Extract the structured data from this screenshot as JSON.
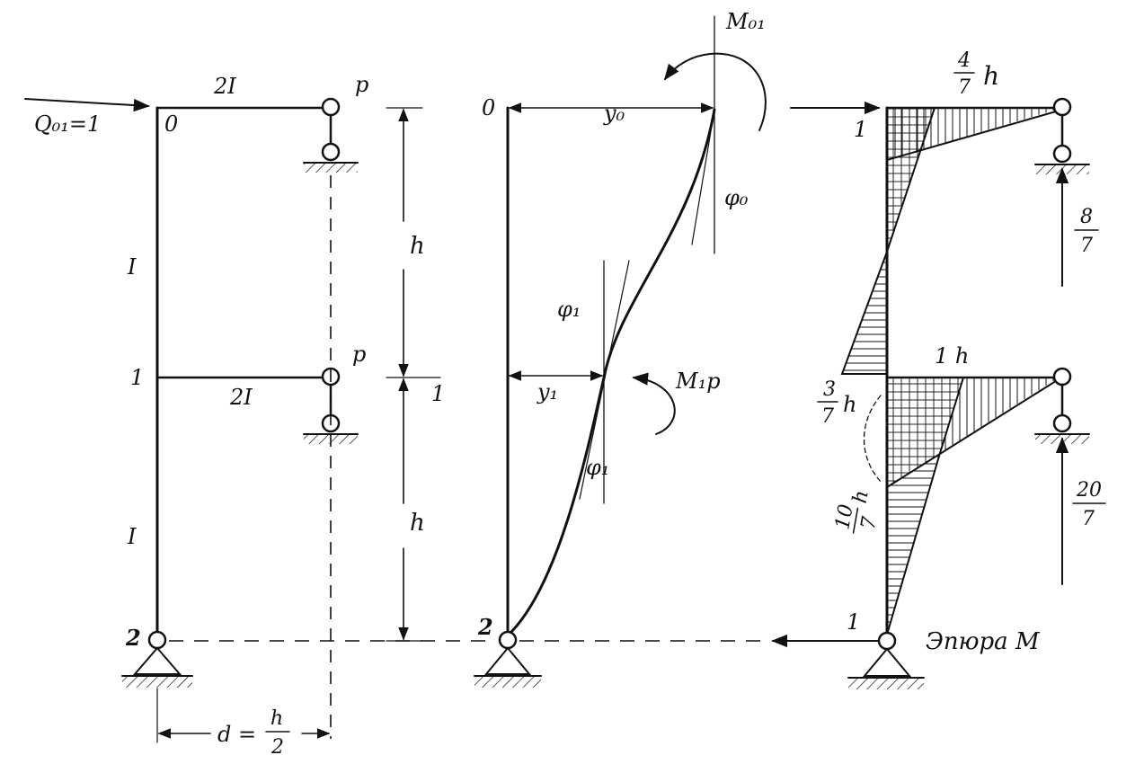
{
  "left_frame": {
    "load_label": "Q₀₁=1",
    "node_top": "0",
    "node_mid": "1",
    "node_bottom": "2",
    "beam_top_stiffness": "2I",
    "beam_mid_stiffness": "2I",
    "column_upper_stiffness": "I",
    "column_lower_stiffness": "I",
    "hinge_top_label": "p",
    "hinge_mid_label": "p",
    "height_upper": "h",
    "height_lower": "h",
    "level_mark": "1",
    "dim_d_label": "d =",
    "dim_d_num": "h",
    "dim_d_den": "2"
  },
  "middle_frame": {
    "node_top": "0",
    "node_bottom": "2",
    "y0_label": "y₀",
    "y1_label": "y₁",
    "m01_label": "M₀₁",
    "m1p_label": "M₁p",
    "phi0_label": "φ₀",
    "phi1_upper_label": "φ₁",
    "phi1_lower_label": "φ₁"
  },
  "moment_diagram": {
    "title": "Эпюра M",
    "node_top": "1",
    "force_bottom": "1",
    "top_value_num": "4",
    "top_value_den": "7",
    "top_value_suffix": "h",
    "mid_value": "1 h",
    "left_value_num": "3",
    "left_value_den": "7",
    "left_value_suffix": "h",
    "lower_value_num": "10",
    "lower_value_den": "7",
    "lower_value_suffix": "h",
    "reaction_top_num": "8",
    "reaction_top_den": "7",
    "reaction_bottom_num": "20",
    "reaction_bottom_den": "7"
  },
  "colors": {
    "ink": "#111111",
    "paper": "#ffffff"
  }
}
